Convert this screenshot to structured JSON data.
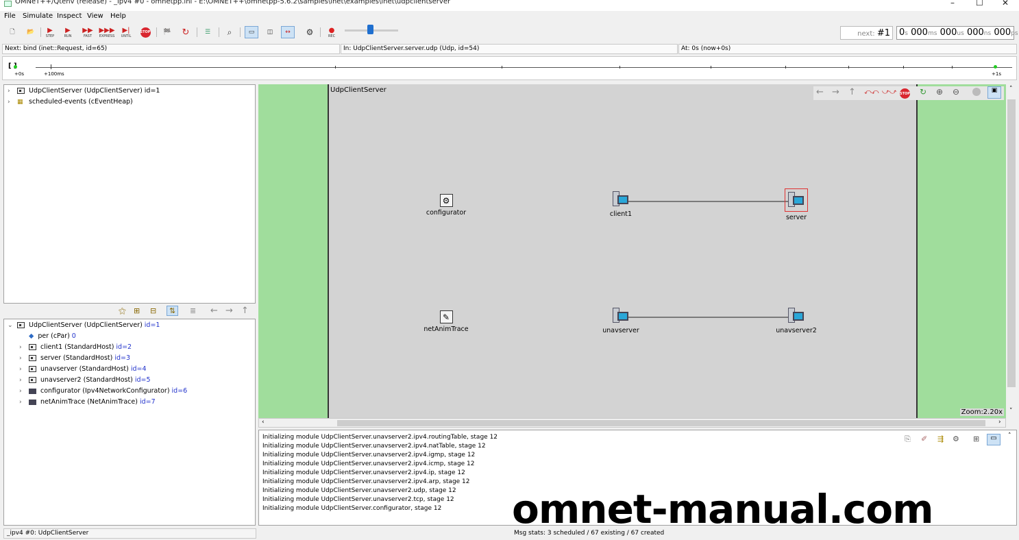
{
  "window": {
    "title": "OMNeT++/Qtenv (release) - _ipv4 #0 - omnetpp.ini - E:\\OMNET++\\omnetpp-5.6.2\\samples\\inet\\examples\\inet\\udpclientserver",
    "minimize": "–",
    "maximize": "☐",
    "close": "✕"
  },
  "menu": {
    "file": "File",
    "simulate": "Simulate",
    "inspect": "Inspect",
    "view": "View",
    "help": "Help"
  },
  "toolbar": {
    "step": "STEP",
    "run": "RUN",
    "fast": "FAST",
    "express": "EXPRESS",
    "until": "UNTIL",
    "stop": "STOP",
    "rec": "REC",
    "next_prefix": "next:",
    "next_value": "#1",
    "time": {
      "s": "0",
      "s_unit": "s",
      "ms": "000",
      "ms_unit": "ms",
      "us": "000",
      "us_unit": "us",
      "ns": "000",
      "ns_unit": "ns",
      "ps": "000",
      "ps_unit": "ps"
    },
    "speed_level": 0.47
  },
  "status": {
    "next": "Next: bind (inet::Request, id=65)",
    "in": "In: UdpClientServer.server.udp (Udp, id=54)",
    "at": "At: 0s (now+0s)"
  },
  "timeline": {
    "start_label": "+0s",
    "mid_label": "+100ms",
    "end_label": "+1s",
    "bracket": "[ ]"
  },
  "object_tree": [
    {
      "label": "UdpClientServer (UdpClientServer) id=1"
    },
    {
      "label": "scheduled-events (cEventHeap)"
    }
  ],
  "module_tree": {
    "root": {
      "label": "UdpClientServer (UdpClientServer)",
      "id": "id=1"
    },
    "children": [
      {
        "label": "per (cPar)",
        "id": "0"
      },
      {
        "label": "client1 (StandardHost)",
        "id": "id=2"
      },
      {
        "label": "server (StandardHost)",
        "id": "id=3"
      },
      {
        "label": "unavserver (StandardHost)",
        "id": "id=4"
      },
      {
        "label": "unavserver2 (StandardHost)",
        "id": "id=5"
      },
      {
        "label": "configurator (Ipv4NetworkConfigurator)",
        "id": "id=6"
      },
      {
        "label": "netAnimTrace (NetAnimTrace)",
        "id": "id=7"
      }
    ]
  },
  "network": {
    "title": "UdpClientServer",
    "nodes": {
      "configurator": "configurator",
      "client1": "client1",
      "server": "server",
      "netAnimTrace": "netAnimTrace",
      "unavserver": "unavserver",
      "unavserver2": "unavserver2"
    },
    "zoom": "Zoom:2.20x",
    "colors": {
      "background": "#a0dd9c",
      "area": "#d3d3d3",
      "selected": "#e03030"
    }
  },
  "log": [
    "Initializing module UdpClientServer.unavserver2.ipv4.routingTable, stage 12",
    "Initializing module UdpClientServer.unavserver2.ipv4.natTable, stage 12",
    "Initializing module UdpClientServer.unavserver2.ipv4.igmp, stage 12",
    "Initializing module UdpClientServer.unavserver2.ipv4.icmp, stage 12",
    "Initializing module UdpClientServer.unavserver2.ipv4.ip, stage 12",
    "Initializing module UdpClientServer.unavserver2.ipv4.arp, stage 12",
    "Initializing module UdpClientServer.unavserver2.udp, stage 12",
    "Initializing module UdpClientServer.unavserver2.tcp, stage 12",
    "Initializing module UdpClientServer.configurator, stage 12"
  ],
  "bottom": {
    "left": "_ipv4 #0: UdpClientServer",
    "msg_stats": "Msg stats: 3 scheduled / 67 existing / 67 created"
  },
  "watermark": "omnet-manual.com"
}
